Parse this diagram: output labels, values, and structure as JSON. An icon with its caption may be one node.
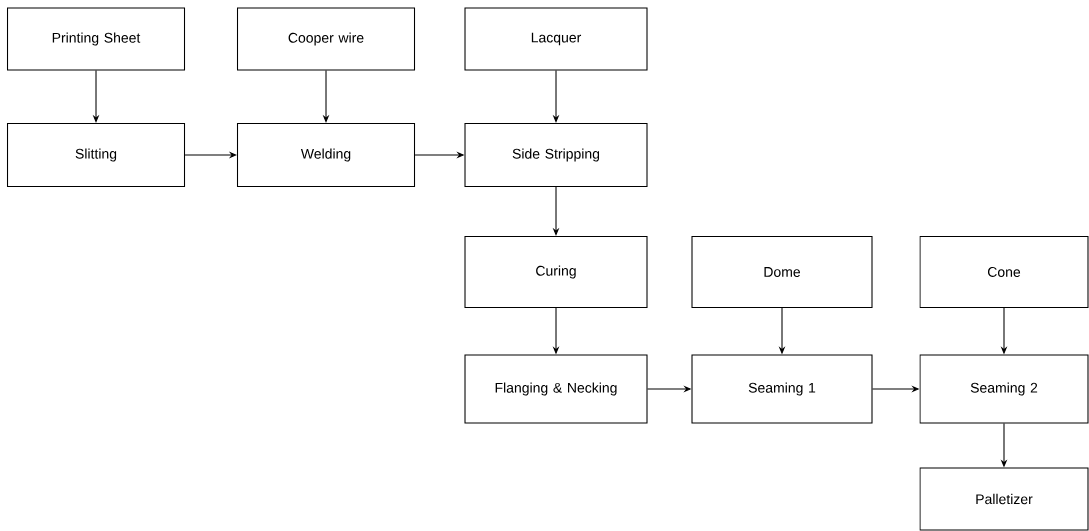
{
  "diagram": {
    "nodes": [
      {
        "text": [
          "Printing Sheet"
        ]
      },
      {
        "text": [
          "Cooper wire"
        ]
      },
      {
        "text": [
          "Lacquer"
        ]
      },
      {
        "text": [
          "Slitting"
        ]
      },
      {
        "text": [
          "Welding"
        ]
      },
      {
        "text": [
          "Side Stripping"
        ]
      },
      {
        "text": [
          "Curing"
        ]
      },
      {
        "text": [
          "Dome"
        ]
      },
      {
        "text": [
          "Cone"
        ]
      },
      {
        "text": [
          "Flanging & Necking"
        ]
      },
      {
        "text": [
          "Seaming 1"
        ]
      },
      {
        "text": [
          "Seaming 2"
        ]
      },
      {
        "text": [
          "Palletizer"
        ]
      }
    ],
    "edges": [
      {
        "from": 0,
        "to": 3,
        "arrow": "to"
      },
      {
        "from": 1,
        "to": 4,
        "arrow": "to"
      },
      {
        "from": 2,
        "to": 5,
        "arrow": "to"
      },
      {
        "from": 3,
        "to": 4,
        "arrow": "to"
      },
      {
        "from": 4,
        "to": 5,
        "arrow": "to"
      },
      {
        "from": 5,
        "to": 6,
        "arrow": "to"
      },
      {
        "from": 6,
        "to": 9,
        "arrow": "to"
      },
      {
        "from": 7,
        "to": 10,
        "arrow": "to"
      },
      {
        "from": 8,
        "to": 11,
        "arrow": "to"
      },
      {
        "from": 9,
        "to": 10,
        "arrow": "to"
      },
      {
        "from": 10,
        "to": 11,
        "arrow": "to"
      },
      {
        "from": 11,
        "to": 12,
        "arrow": "to"
      }
    ]
  }
}
